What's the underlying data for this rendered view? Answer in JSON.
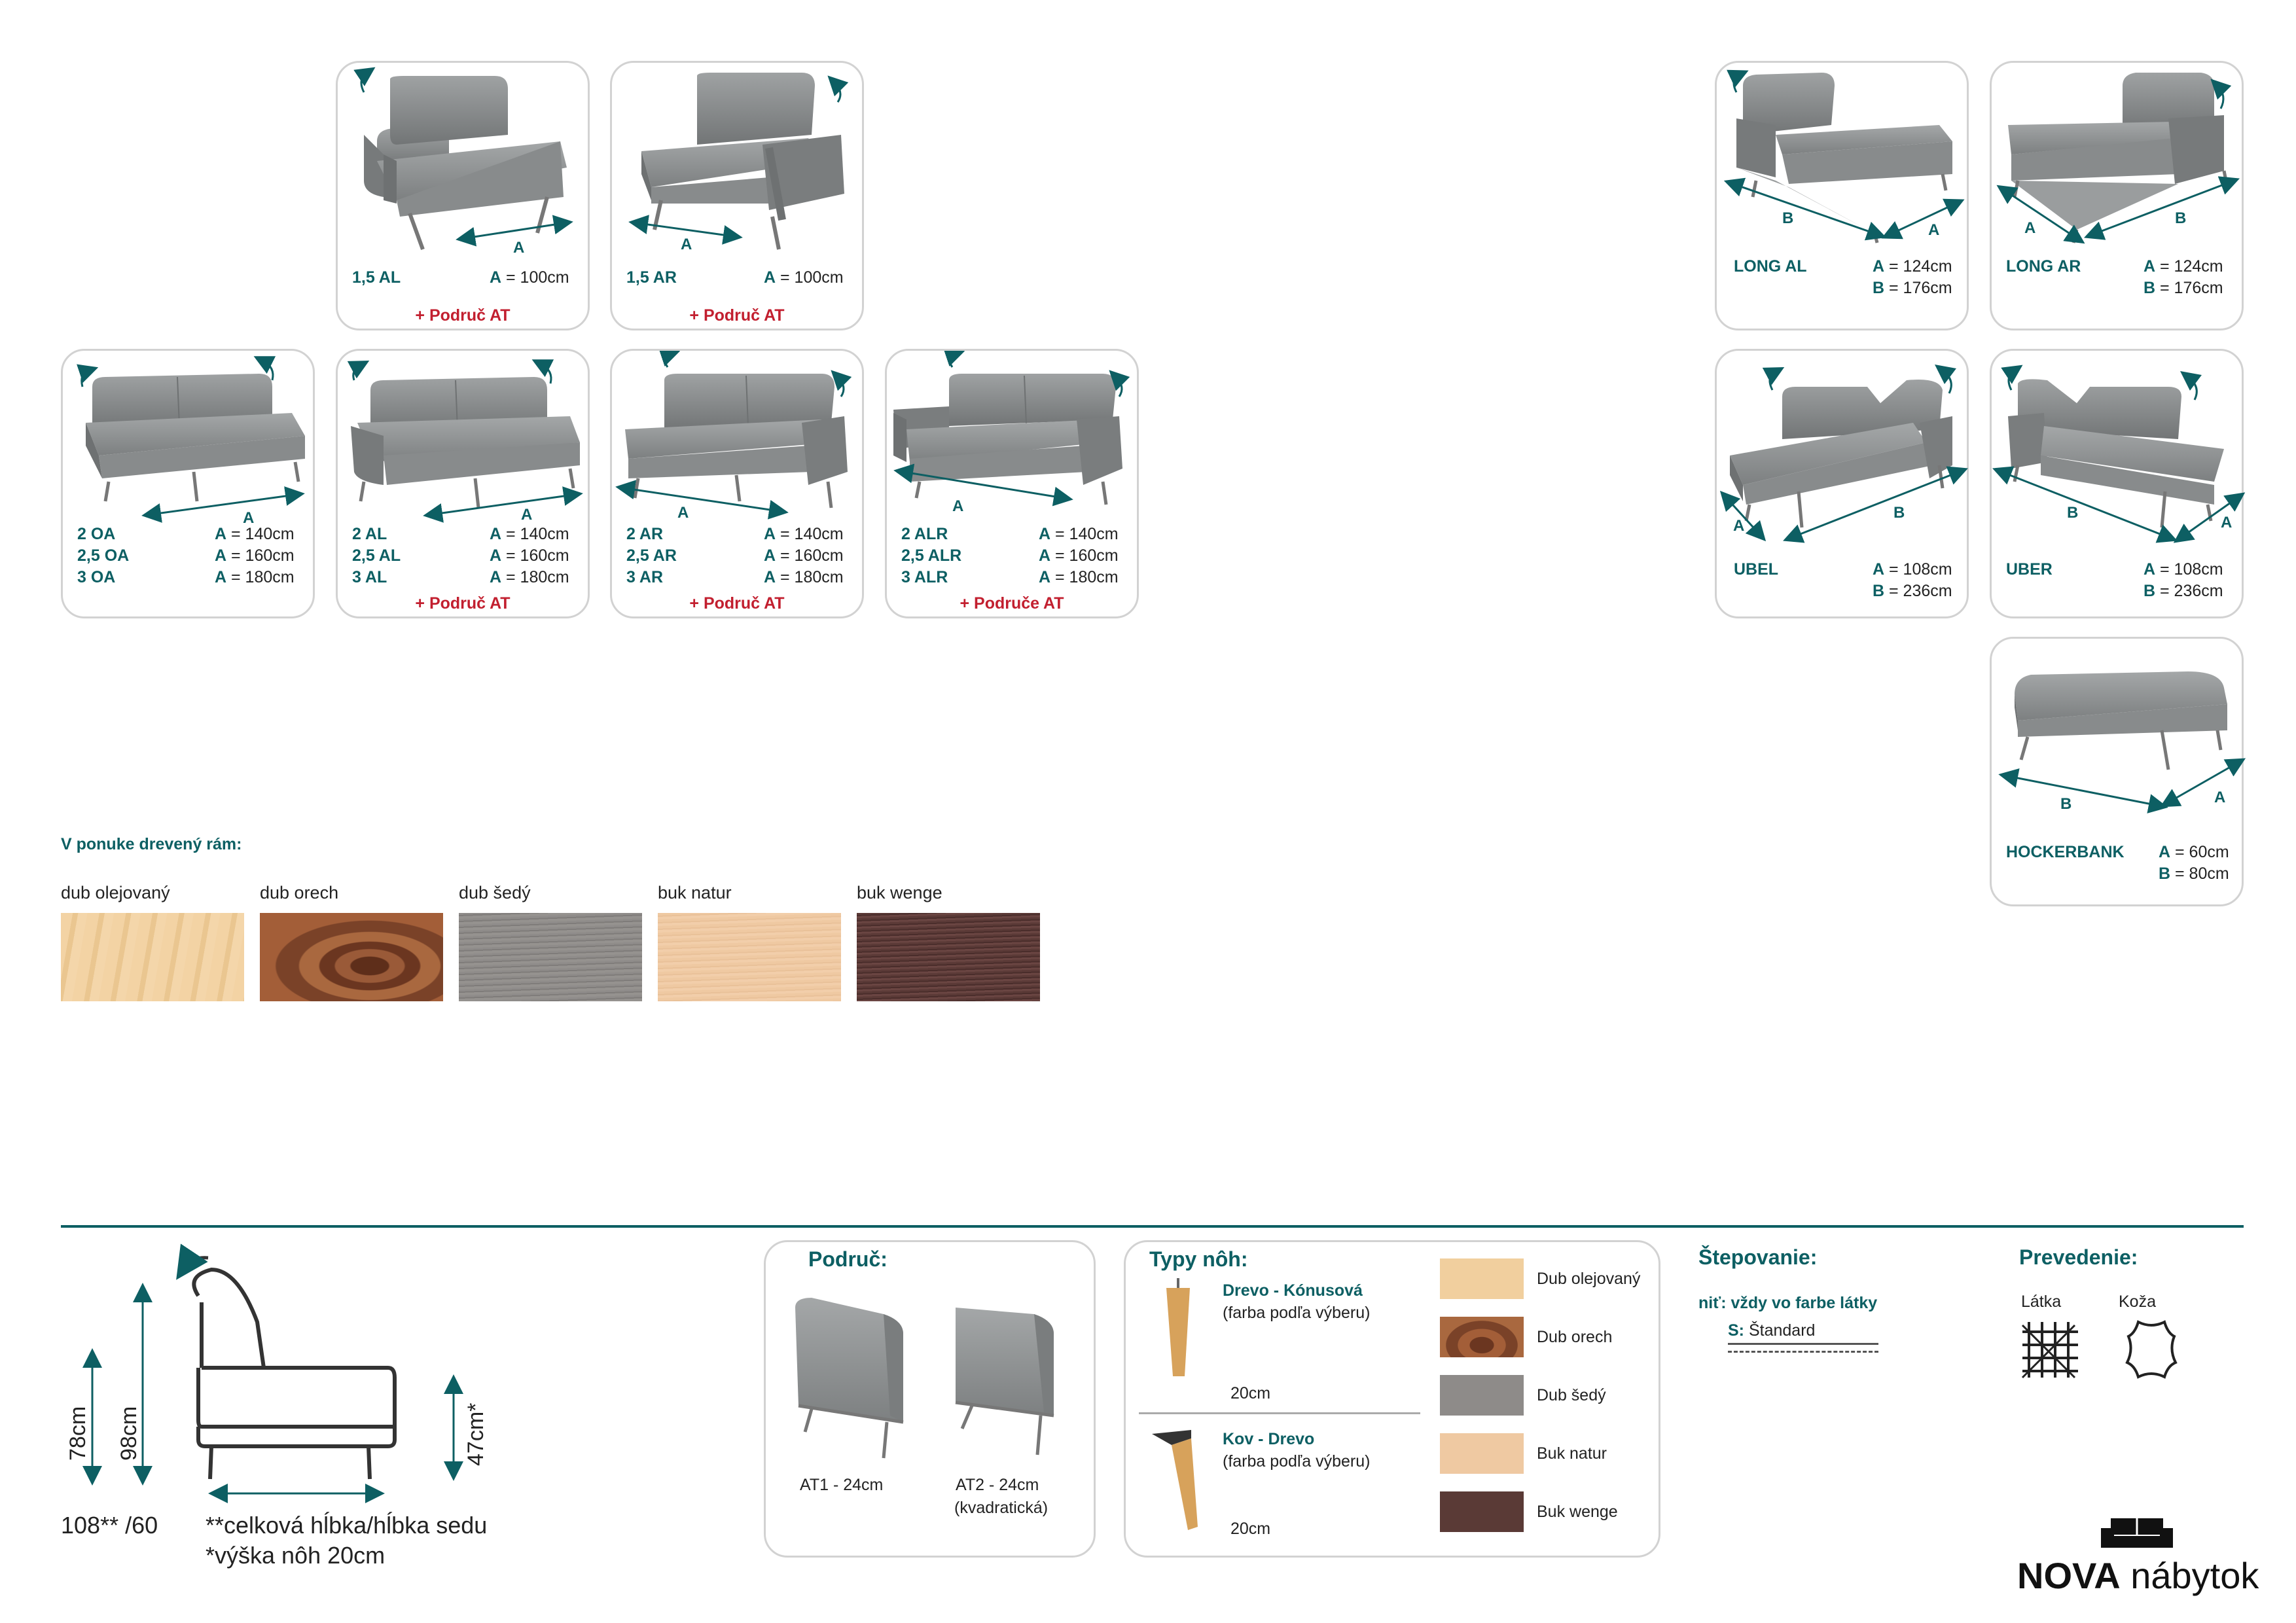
{
  "modules": [
    {
      "name": "1,5 AL",
      "dims": [
        {
          "k": "A",
          "v": "= 100cm"
        }
      ],
      "extra": "+ Područ AT"
    },
    {
      "name": "1,5 AR",
      "dims": [
        {
          "k": "A",
          "v": "= 100cm"
        }
      ],
      "extra": "+ Područ AT"
    },
    {
      "name": "2 OA\n2,5 OA\n3 OA",
      "dims": [
        {
          "k": "A",
          "v": "= 140cm"
        },
        {
          "k": "A",
          "v": "= 160cm"
        },
        {
          "k": "A",
          "v": "= 180cm"
        }
      ],
      "extra": ""
    },
    {
      "name": "2 AL\n2,5 AL\n3 AL",
      "dims": [
        {
          "k": "A",
          "v": "= 140cm"
        },
        {
          "k": "A",
          "v": "= 160cm"
        },
        {
          "k": "A",
          "v": "= 180cm"
        }
      ],
      "extra": "+ Područ AT"
    },
    {
      "name": "2 AR\n2,5 AR\n3 AR",
      "dims": [
        {
          "k": "A",
          "v": "= 140cm"
        },
        {
          "k": "A",
          "v": "= 160cm"
        },
        {
          "k": "A",
          "v": "= 180cm"
        }
      ],
      "extra": "+ Područ AT"
    },
    {
      "name": "2 ALR\n2,5 ALR\n3 ALR",
      "dims": [
        {
          "k": "A",
          "v": "= 140cm"
        },
        {
          "k": "A",
          "v": "= 160cm"
        },
        {
          "k": "A",
          "v": "= 180cm"
        }
      ],
      "extra": "+ Područe AT"
    },
    {
      "name": "LONG AL",
      "dims": [
        {
          "k": "A",
          "v": "= 124cm"
        },
        {
          "k": "B",
          "v": "= 176cm"
        }
      ],
      "extra": ""
    },
    {
      "name": "LONG AR",
      "dims": [
        {
          "k": "A",
          "v": "= 124cm"
        },
        {
          "k": "B",
          "v": "= 176cm"
        }
      ],
      "extra": ""
    },
    {
      "name": "UBEL",
      "dims": [
        {
          "k": "A",
          "v": "= 108cm"
        },
        {
          "k": "B",
          "v": "= 236cm"
        }
      ],
      "extra": ""
    },
    {
      "name": "UBER",
      "dims": [
        {
          "k": "A",
          "v": "= 108cm"
        },
        {
          "k": "B",
          "v": "= 236cm"
        }
      ],
      "extra": ""
    },
    {
      "name": "HOCKERBANK",
      "dims": [
        {
          "k": "A",
          "v": "= 60cm"
        },
        {
          "k": "B",
          "v": "= 80cm"
        }
      ],
      "extra": ""
    }
  ],
  "frame": {
    "heading": "V ponuke drevený rám:",
    "woods": [
      {
        "name": "dub olejovaný",
        "color": "#f1cf9e"
      },
      {
        "name": "dub orech",
        "color": "#8a4a2c"
      },
      {
        "name": "dub šedý",
        "color": "#8e8b89"
      },
      {
        "name": "buk natur",
        "color": "#efc9a2"
      },
      {
        "name": "buk wenge",
        "color": "#5a3a36"
      }
    ]
  },
  "dimensions": {
    "h78": "78cm",
    "h98": "98cm",
    "h47": "47cm*",
    "depth": "108** /60",
    "note1": "**celková hĺbka/hĺbka sedu",
    "note2": "*výška nôh 20cm"
  },
  "armrest": {
    "title": "Područ:",
    "at1": "AT1 - 24cm",
    "at2": "AT2 - 24cm",
    "at2sub": "(kvadratická)"
  },
  "legs": {
    "title": "Typy nôh:",
    "wood_title": "Drevo - Kónusová",
    "wood_sub": "(farba podľa výberu)",
    "wood_h": "20cm",
    "metal_title": "Kov - Drevo",
    "metal_sub": "(farba podľa výberu)",
    "metal_h": "20cm",
    "colors": [
      {
        "name": "Dub olejovaný",
        "color": "#f1cf9e"
      },
      {
        "name": "Dub orech",
        "color": "#8a4a2c"
      },
      {
        "name": "Dub šedý",
        "color": "#8e8b89"
      },
      {
        "name": "Buk natur",
        "color": "#efc9a2"
      },
      {
        "name": "Buk wenge",
        "color": "#5a3a36"
      }
    ]
  },
  "stitching": {
    "title": "Štepovanie:",
    "line1": "niť: vždy vo farbe látky",
    "s_key": "S:",
    "s_val": "Štandard"
  },
  "execution": {
    "title": "Prevedenie:",
    "fabric": "Látka",
    "leather": "Koža"
  },
  "brand": {
    "nova": "NOVA",
    "rest": "nábytok"
  },
  "colors": {
    "teal": "#0d5f63",
    "red": "#c21f2f",
    "sofa": "#8c8f90",
    "sofa_dark": "#6e7172"
  }
}
